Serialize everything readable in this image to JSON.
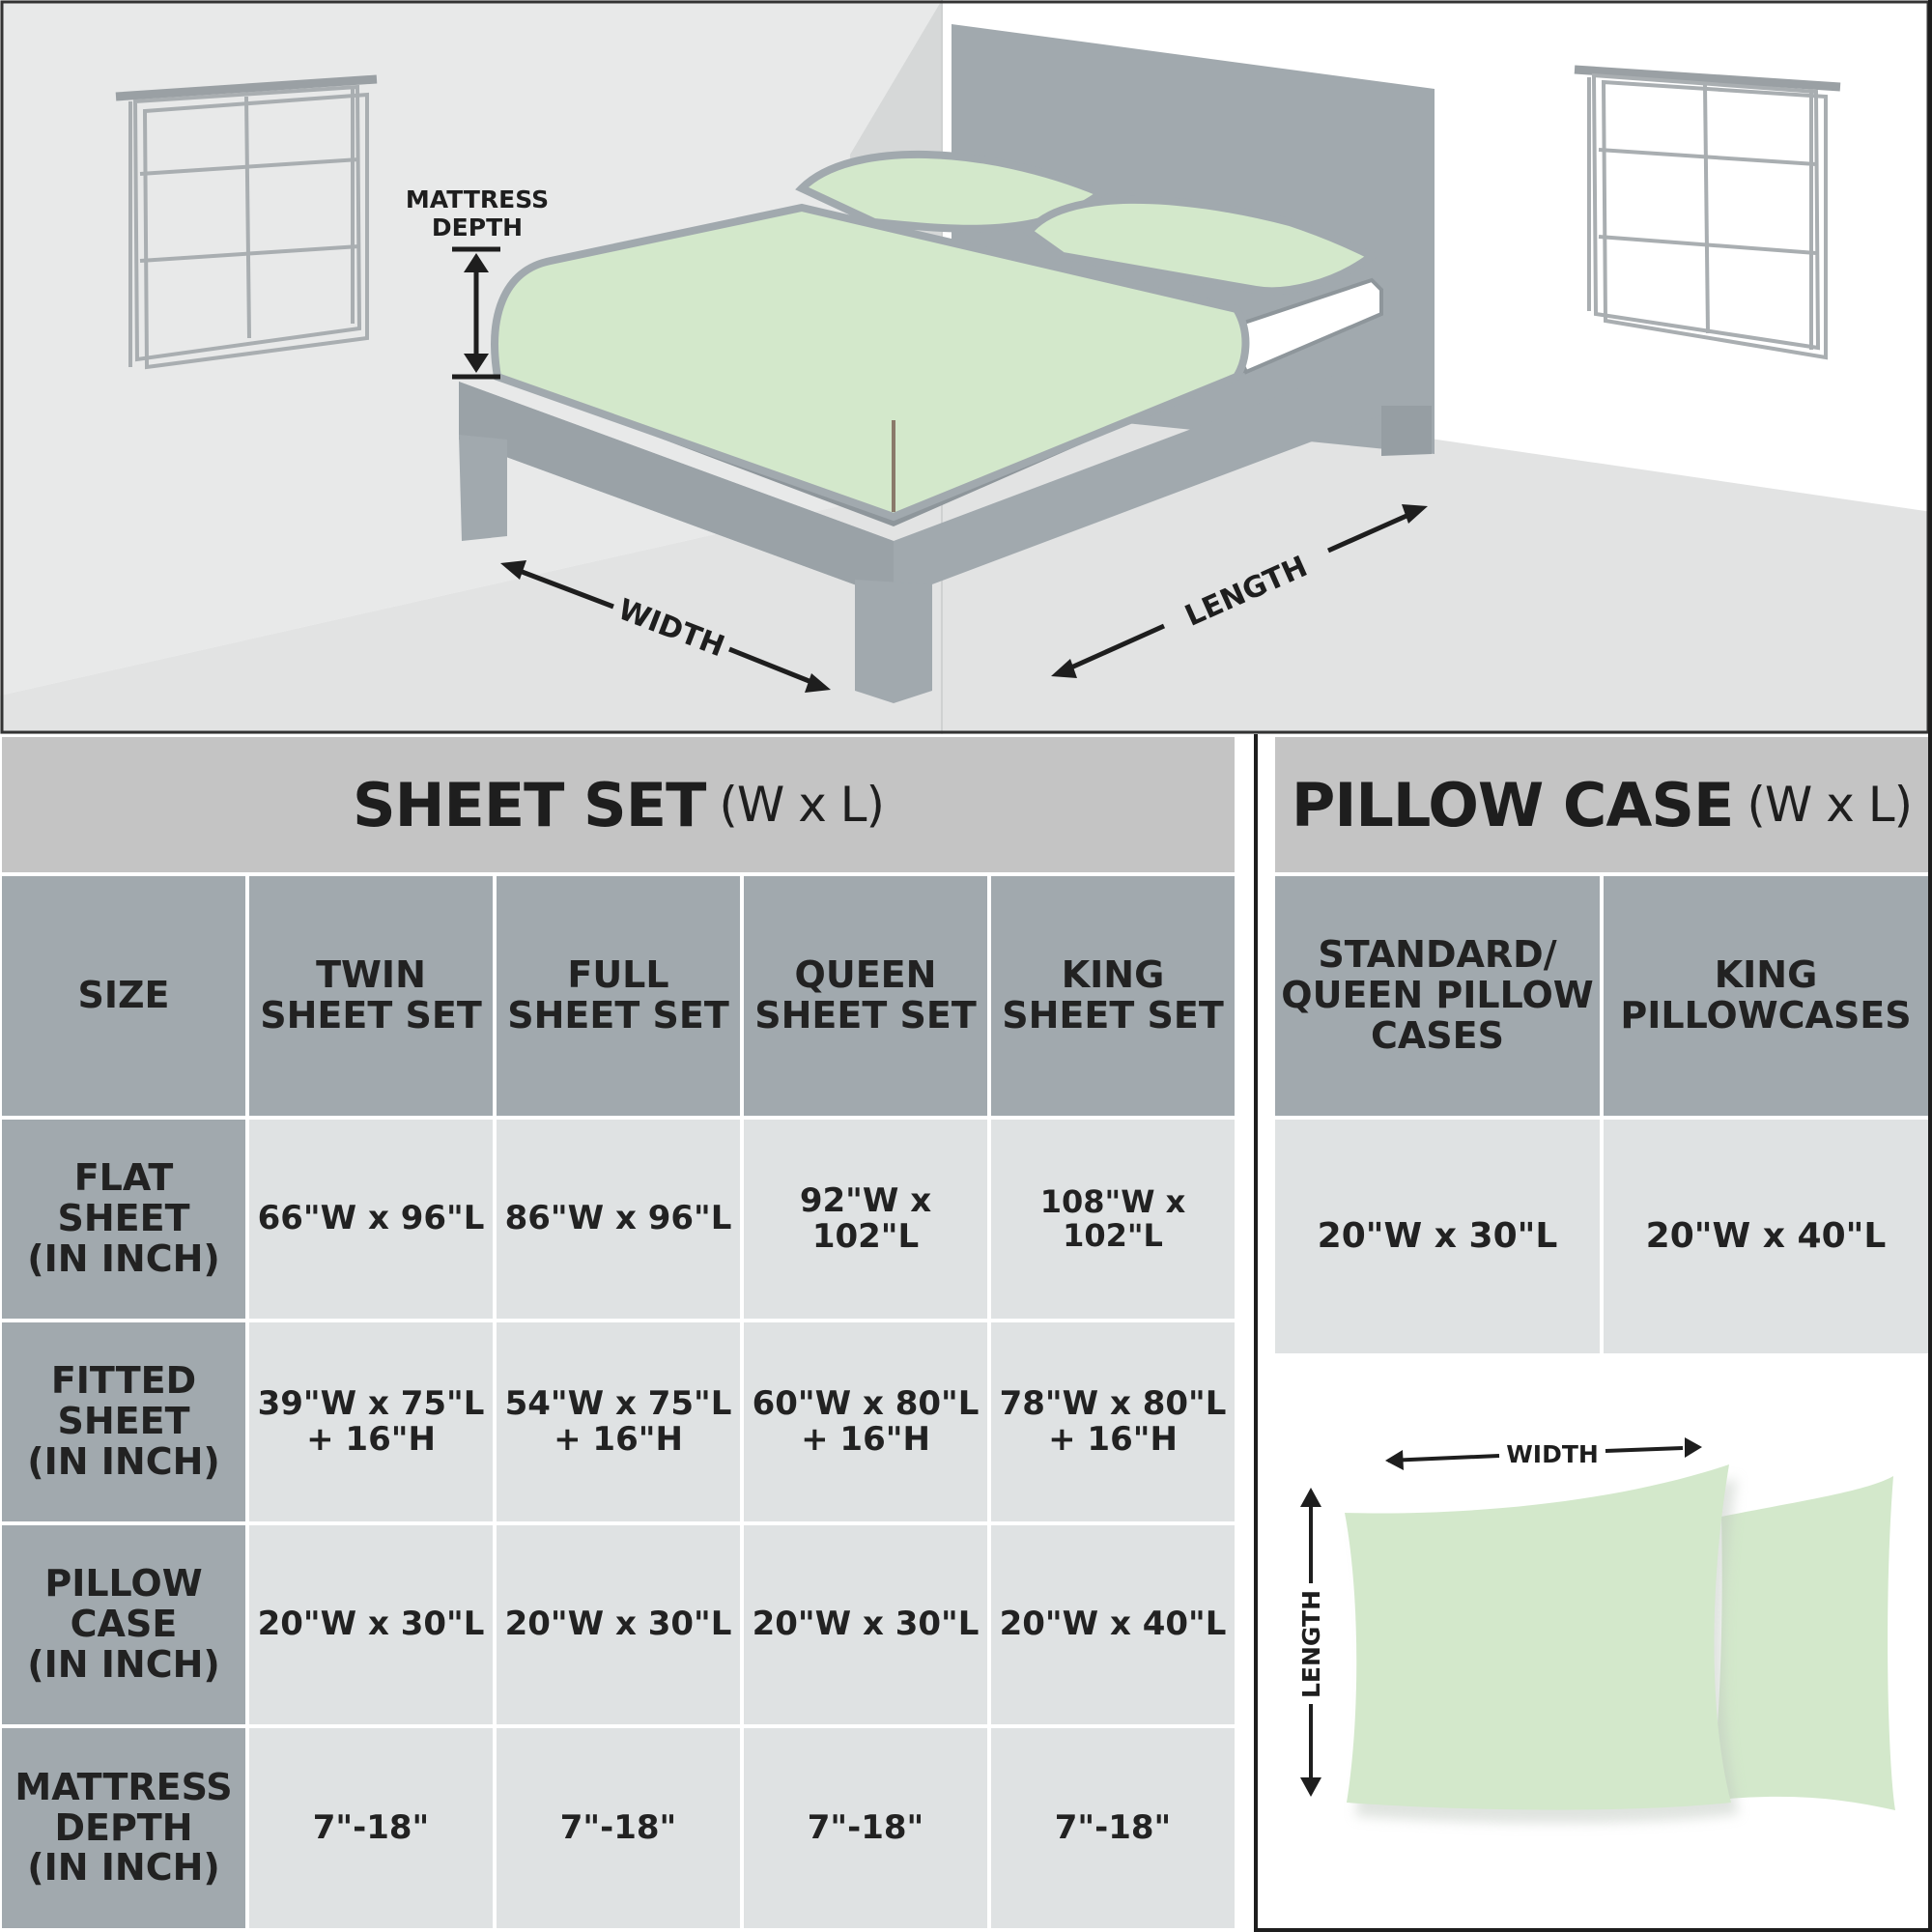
{
  "illustration": {
    "labels": {
      "mattress_depth_line1": "MATTRESS",
      "mattress_depth_line2": "DEPTH",
      "width": "WIDTH",
      "length": "LENGTH"
    },
    "colors": {
      "wall_left": "#e8e9e9",
      "floor": "#e2e3e3",
      "bed_frame": "#a1a9ae",
      "sheet": "#d3e8cb",
      "pillow": "#d3e8cb"
    }
  },
  "sheet_set": {
    "title": "SHEET SET",
    "title_unit": "(W x L)",
    "columns": [
      "SIZE",
      "TWIN\nSHEET SET",
      "FULL\nSHEET SET",
      "QUEEN\nSHEET SET",
      "KING\nSHEET SET"
    ],
    "rows": [
      {
        "label": "FLAT\nSHEET\n(IN INCH)",
        "values": [
          "66\"W x 96\"L",
          "86\"W x 96\"L",
          "92\"W x 102\"L",
          "108\"W x 102\"L"
        ]
      },
      {
        "label": "FITTED\nSHEET\n(IN INCH)",
        "values": [
          "39\"W x 75\"L\n+ 16\"H",
          "54\"W x 75\"L\n+ 16\"H",
          "60\"W x 80\"L\n+ 16\"H",
          "78\"W x 80\"L\n+ 16\"H"
        ]
      },
      {
        "label": "PILLOW\nCASE\n(IN INCH)",
        "values": [
          "20\"W x 30\"L",
          "20\"W x 30\"L",
          "20\"W x 30\"L",
          "20\"W x 40\"L"
        ]
      },
      {
        "label": "MATTRESS\nDEPTH\n(IN INCH)",
        "values": [
          "7\"-18\"",
          "7\"-18\"",
          "7\"-18\"",
          "7\"-18\""
        ]
      }
    ]
  },
  "pillow_case": {
    "title": "PILLOW CASE",
    "title_unit": "(W x L)",
    "columns": [
      "STANDARD/\nQUEEN PILLOW\nCASES",
      "KING\nPILLOWCASES"
    ],
    "values": [
      "20\"W x 30\"L",
      "20\"W x 40\"L"
    ],
    "diagram_labels": {
      "width": "WIDTH",
      "length": "LENGTH"
    }
  }
}
